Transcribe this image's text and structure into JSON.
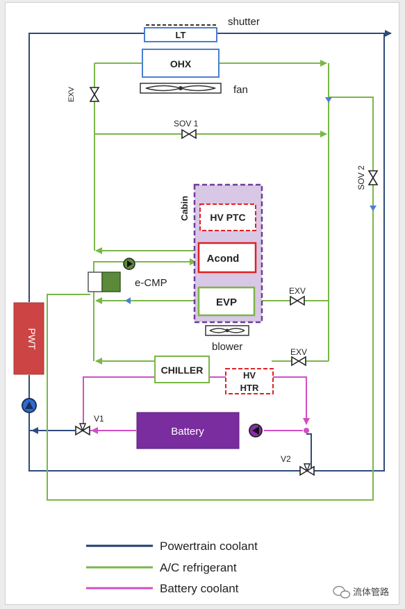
{
  "labels": {
    "shutter": "shutter",
    "lt": "LT",
    "ohx": "OHX",
    "fan": "fan",
    "exv_left": "EXV",
    "sov1": "SOV 1",
    "sov2": "SOV 2",
    "cabin": "Cabin",
    "hv_ptc": "HV PTC",
    "acond": "Acond",
    "ecmp": "e-CMP",
    "evp": "EVP",
    "exv_evp": "EXV",
    "blower": "blower",
    "exv_chiller": "EXV",
    "chiller": "CHILLER",
    "hv_htr_1": "HV",
    "hv_htr_2": "HTR",
    "pwt": "PWT",
    "v1": "V1",
    "battery": "Battery",
    "v2": "V2",
    "watermark": "流体管路"
  },
  "legend": [
    {
      "label": "Powertrain coolant",
      "color": "#1f3a6b"
    },
    {
      "label": "A/C refrigerant",
      "color": "#7ab648"
    },
    {
      "label": "Battery coolant",
      "color": "#d14fc4"
    }
  ],
  "colors": {
    "powertrain": "#2d4a7a",
    "refrigerant": "#7ab648",
    "battery_coolant": "#d14fc4",
    "lt_ohx_border": "#4a7fd0",
    "cabin_fill": "#d9c7e6",
    "cabin_border": "#6c3d99",
    "red_component": "#e02020",
    "pwt_fill": "#cc4444",
    "battery_fill": "#7a2d9e"
  }
}
